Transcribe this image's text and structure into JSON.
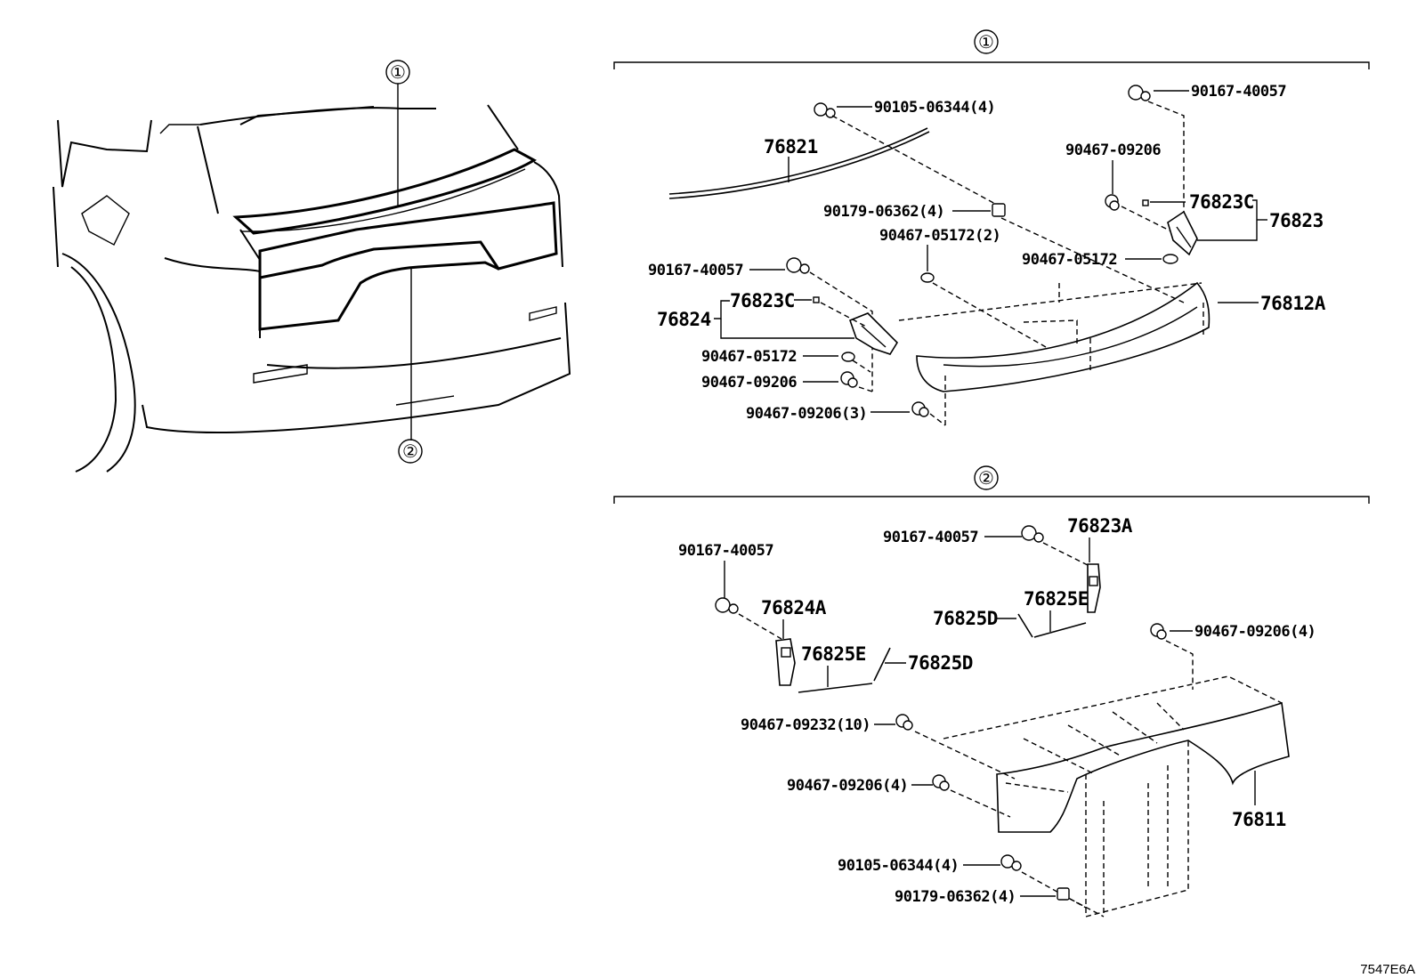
{
  "vehicle_view": {
    "callouts": [
      "①",
      "②"
    ]
  },
  "section1": {
    "marker": "①",
    "labels": {
      "p90105_06344": "90105-06344(4)",
      "p76821": "76821",
      "p90179_06362": "90179-06362(4)",
      "p90467_05172_2": "90467-05172(2)",
      "p90167_40057_top": "90167-40057",
      "p90467_09206_top": "90467-09206",
      "p76823C_right": "76823C",
      "p76823": "76823",
      "p90467_05172_right": "90467-05172",
      "p76812A": "76812A",
      "p90167_40057_left": "90167-40057",
      "p76824": "76824",
      "p76823C_left": "76823C",
      "p90467_05172_left": "90467-05172",
      "p90467_09206_left": "90467-09206",
      "p90467_09206_3": "90467-09206(3)"
    }
  },
  "section2": {
    "marker": "②",
    "labels": {
      "p90167_40057_a": "90167-40057",
      "p76823A": "76823A",
      "p90167_40057_b": "90167-40057",
      "p76825E_right": "76825E",
      "p76825D_right": "76825D",
      "p76824A": "76824A",
      "p76825E_left": "76825E",
      "p76825D_left": "76825D",
      "p90467_09206_4_top": "90467-09206(4)",
      "p90467_09232": "90467-09232(10)",
      "p90467_09206_4_mid": "90467-09206(4)",
      "p76811": "76811",
      "p90105_06344": "90105-06344(4)",
      "p90179_06362": "90179-06362(4)"
    }
  },
  "diagram_code": "7547E6A"
}
